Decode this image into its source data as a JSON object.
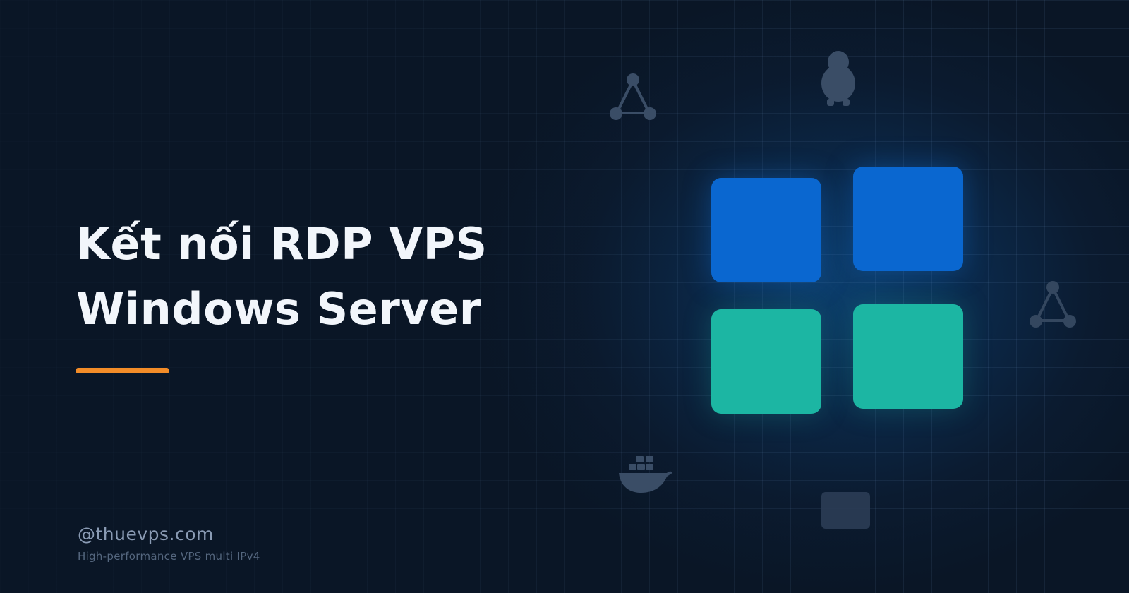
{
  "title_lines": [
    "Kết nối RDP VPS",
    "Windows Server"
  ],
  "footer": {
    "site": "@thuevps.com",
    "tagline": "High-performance VPS multi IPv4"
  },
  "colors": {
    "background": "#0a1626",
    "title": "#f2f6fb",
    "accent_bar": "#f28c28",
    "logo_blue": "#0a67d0",
    "logo_teal": "#1cb6a3",
    "decor_icons": "#3a4d66"
  },
  "icons": [
    "network-triangle-icon",
    "linux-penguin-icon",
    "windows-logo-icon",
    "docker-whale-icon",
    "server-box-icon"
  ]
}
